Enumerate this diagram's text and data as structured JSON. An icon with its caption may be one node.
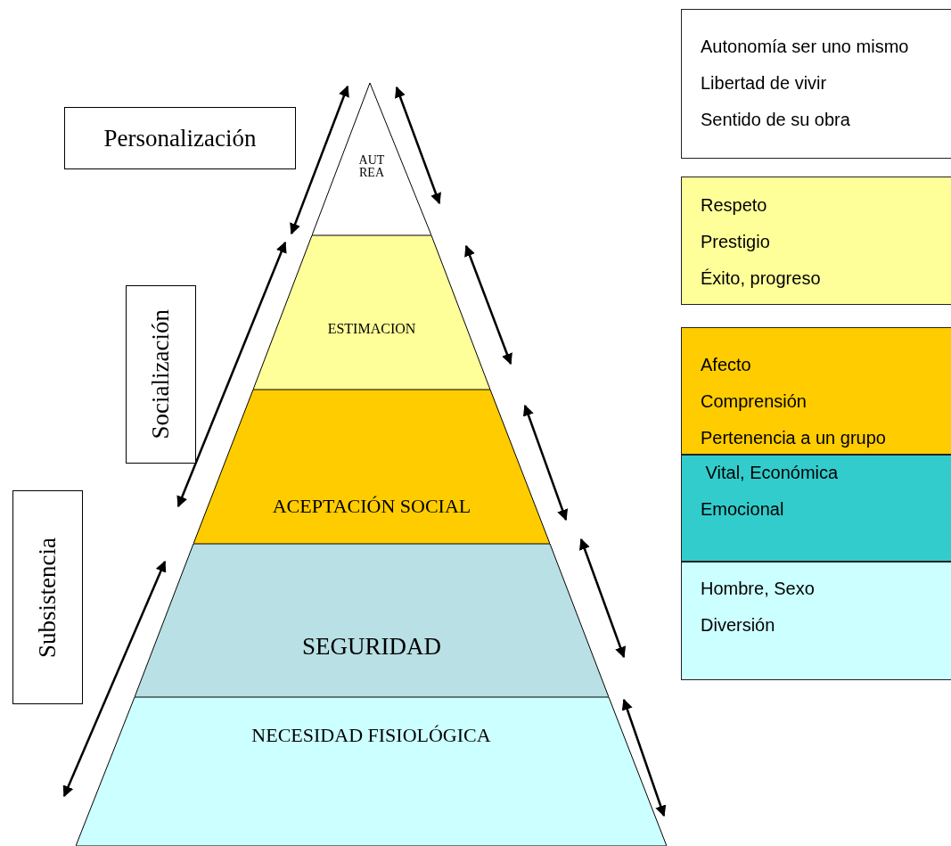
{
  "diagram": {
    "nodes": [
      {
        "text": [
          "AUT REA"
        ]
      },
      {
        "text": [
          "ESTIMACION"
        ]
      },
      {
        "text": [
          "ACEPTACIÓN SOCIAL"
        ]
      },
      {
        "text": [
          "SEGURIDAD"
        ]
      },
      {
        "text": [
          "NECESIDAD FISIOLÓGICA"
        ]
      },
      {
        "text": [
          "Personalización"
        ]
      },
      {
        "text": [
          "Socialización"
        ]
      },
      {
        "text": [
          "Subsistencia"
        ]
      },
      {
        "text": [
          "Autonomía ser uno mismo",
          "Libertad de vivir",
          "Sentido de su obra"
        ]
      },
      {
        "text": [
          "Respeto",
          "Prestigio",
          "Éxito, progreso"
        ]
      },
      {
        "text": [
          "Afecto",
          "Comprensión",
          "Pertenencia a un grupo"
        ]
      },
      {
        "text": [
          " Vital, Económica",
          "Emocional"
        ]
      },
      {
        "text": [
          "Hombre, Sexo",
          "Diversión"
        ]
      }
    ],
    "edges": []
  }
}
